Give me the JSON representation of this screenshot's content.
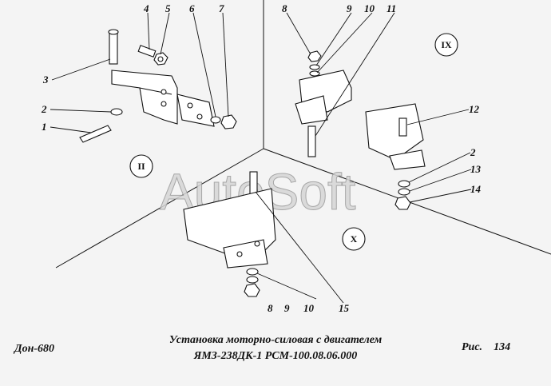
{
  "watermark": "AutoSoft",
  "views": {
    "II": "II",
    "IX": "IX",
    "X": "X"
  },
  "callouts": {
    "c1": "1",
    "c2": "2",
    "c3": "3",
    "c4": "4",
    "c5": "5",
    "c6": "6",
    "c7": "7",
    "c8a": "8",
    "c9a": "9",
    "c10a": "10",
    "c11": "11",
    "c12": "12",
    "c2b": "2",
    "c13": "13",
    "c14": "14",
    "c8b": "8",
    "c9b": "9",
    "c10b": "10",
    "c15": "15"
  },
  "footer": {
    "left": "Дон-680",
    "title1": "Установка моторно-силовая с двигателем",
    "title2": "ЯМЗ-238ДК-1 РСМ-100.08.06.000",
    "fig_label": "Рис.",
    "fig_num": "134"
  }
}
